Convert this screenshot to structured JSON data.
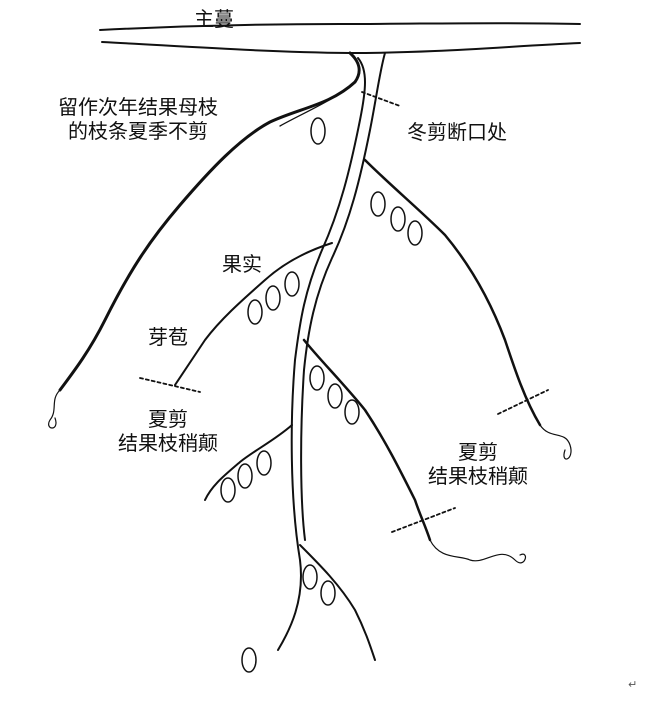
{
  "labels": {
    "main_vine": "主蔓",
    "retained_branch_line1": "留作次年结果母枝",
    "retained_branch_line2": "的枝条夏季不剪",
    "winter_cut": "冬剪断口处",
    "fruit": "果实",
    "bud": "芽苞",
    "summer_cut_left_line1": "夏剪",
    "summer_cut_left_line2": "结果枝稍颠",
    "summer_cut_right_line1": "夏剪",
    "summer_cut_right_line2": "结果枝稍颠"
  },
  "end_mark": "↵"
}
